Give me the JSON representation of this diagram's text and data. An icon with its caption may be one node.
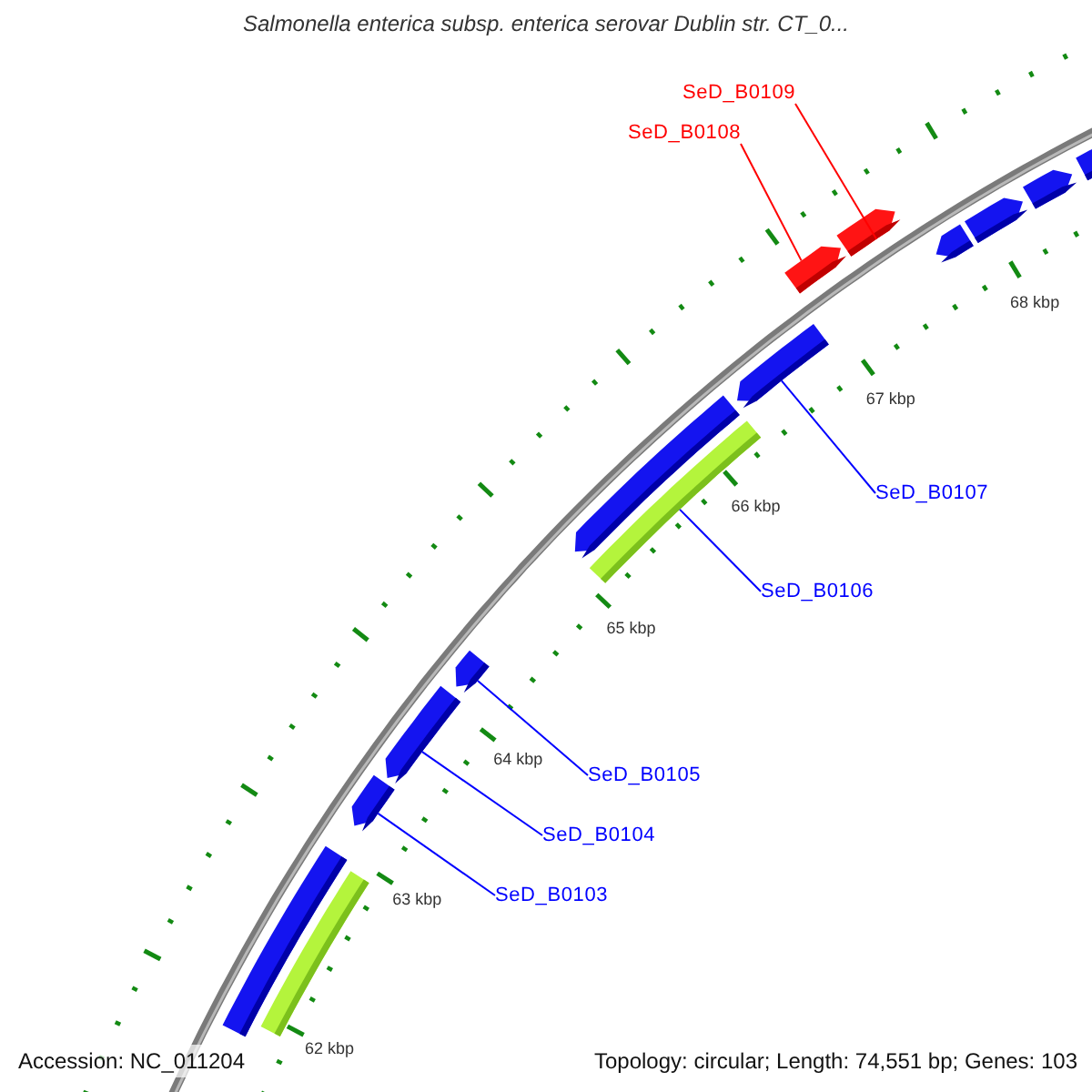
{
  "diagram": {
    "title": "Salmonella enterica subsp. enterica serovar Dublin str. CT_0...",
    "nodes": [
      {
        "text": [
          "SeD_B0109"
        ]
      },
      {
        "text": [
          "SeD_B0108"
        ]
      },
      {
        "text": [
          "SeD_B0107"
        ]
      },
      {
        "text": [
          "SeD_B0106"
        ]
      },
      {
        "text": [
          "SeD_B0105"
        ]
      },
      {
        "text": [
          "SeD_B0104"
        ]
      },
      {
        "text": [
          "SeD_B0103"
        ]
      },
      {
        "text": [],
        "shape": "bar"
      },
      {
        "text": [],
        "shape": "bar"
      },
      {
        "text": [],
        "shape": "arrow"
      },
      {
        "text": [],
        "shape": "arrow"
      },
      {
        "text": [],
        "shape": "arrow"
      },
      {
        "text": [],
        "shape": "arrow"
      },
      {
        "text": [],
        "shape": "bar"
      },
      {
        "text": [],
        "shape": "arrow"
      },
      {
        "text": [],
        "shape": "arrow"
      },
      {
        "text": [],
        "shape": "arrow"
      },
      {
        "text": [],
        "shape": "arrow"
      },
      {
        "text": [],
        "shape": "arrow"
      },
      {
        "text": [],
        "shape": "arrow"
      },
      {
        "text": [],
        "shape": "arrow"
      }
    ],
    "edges": [
      {
        "from": 0,
        "to": 16,
        "arrow": "none",
        "color": "#ff0000"
      },
      {
        "from": 1,
        "to": 15,
        "arrow": "none",
        "color": "#ff0000"
      },
      {
        "from": 2,
        "to": 14,
        "arrow": "none"
      },
      {
        "from": 3,
        "to": 13,
        "arrow": "none"
      },
      {
        "from": 4,
        "to": 11,
        "arrow": "none"
      },
      {
        "from": 5,
        "to": 10,
        "arrow": "none"
      },
      {
        "from": 6,
        "to": 9,
        "arrow": "none"
      }
    ],
    "labels": [
      "68 kbp",
      "67 kbp",
      "66 kbp",
      "65 kbp",
      "64 kbp",
      "63 kbp",
      "62 kbp",
      "Accession: NC_011204",
      "Topology: circular; Length: 74,551 bp; Genes: 103"
    ]
  }
}
